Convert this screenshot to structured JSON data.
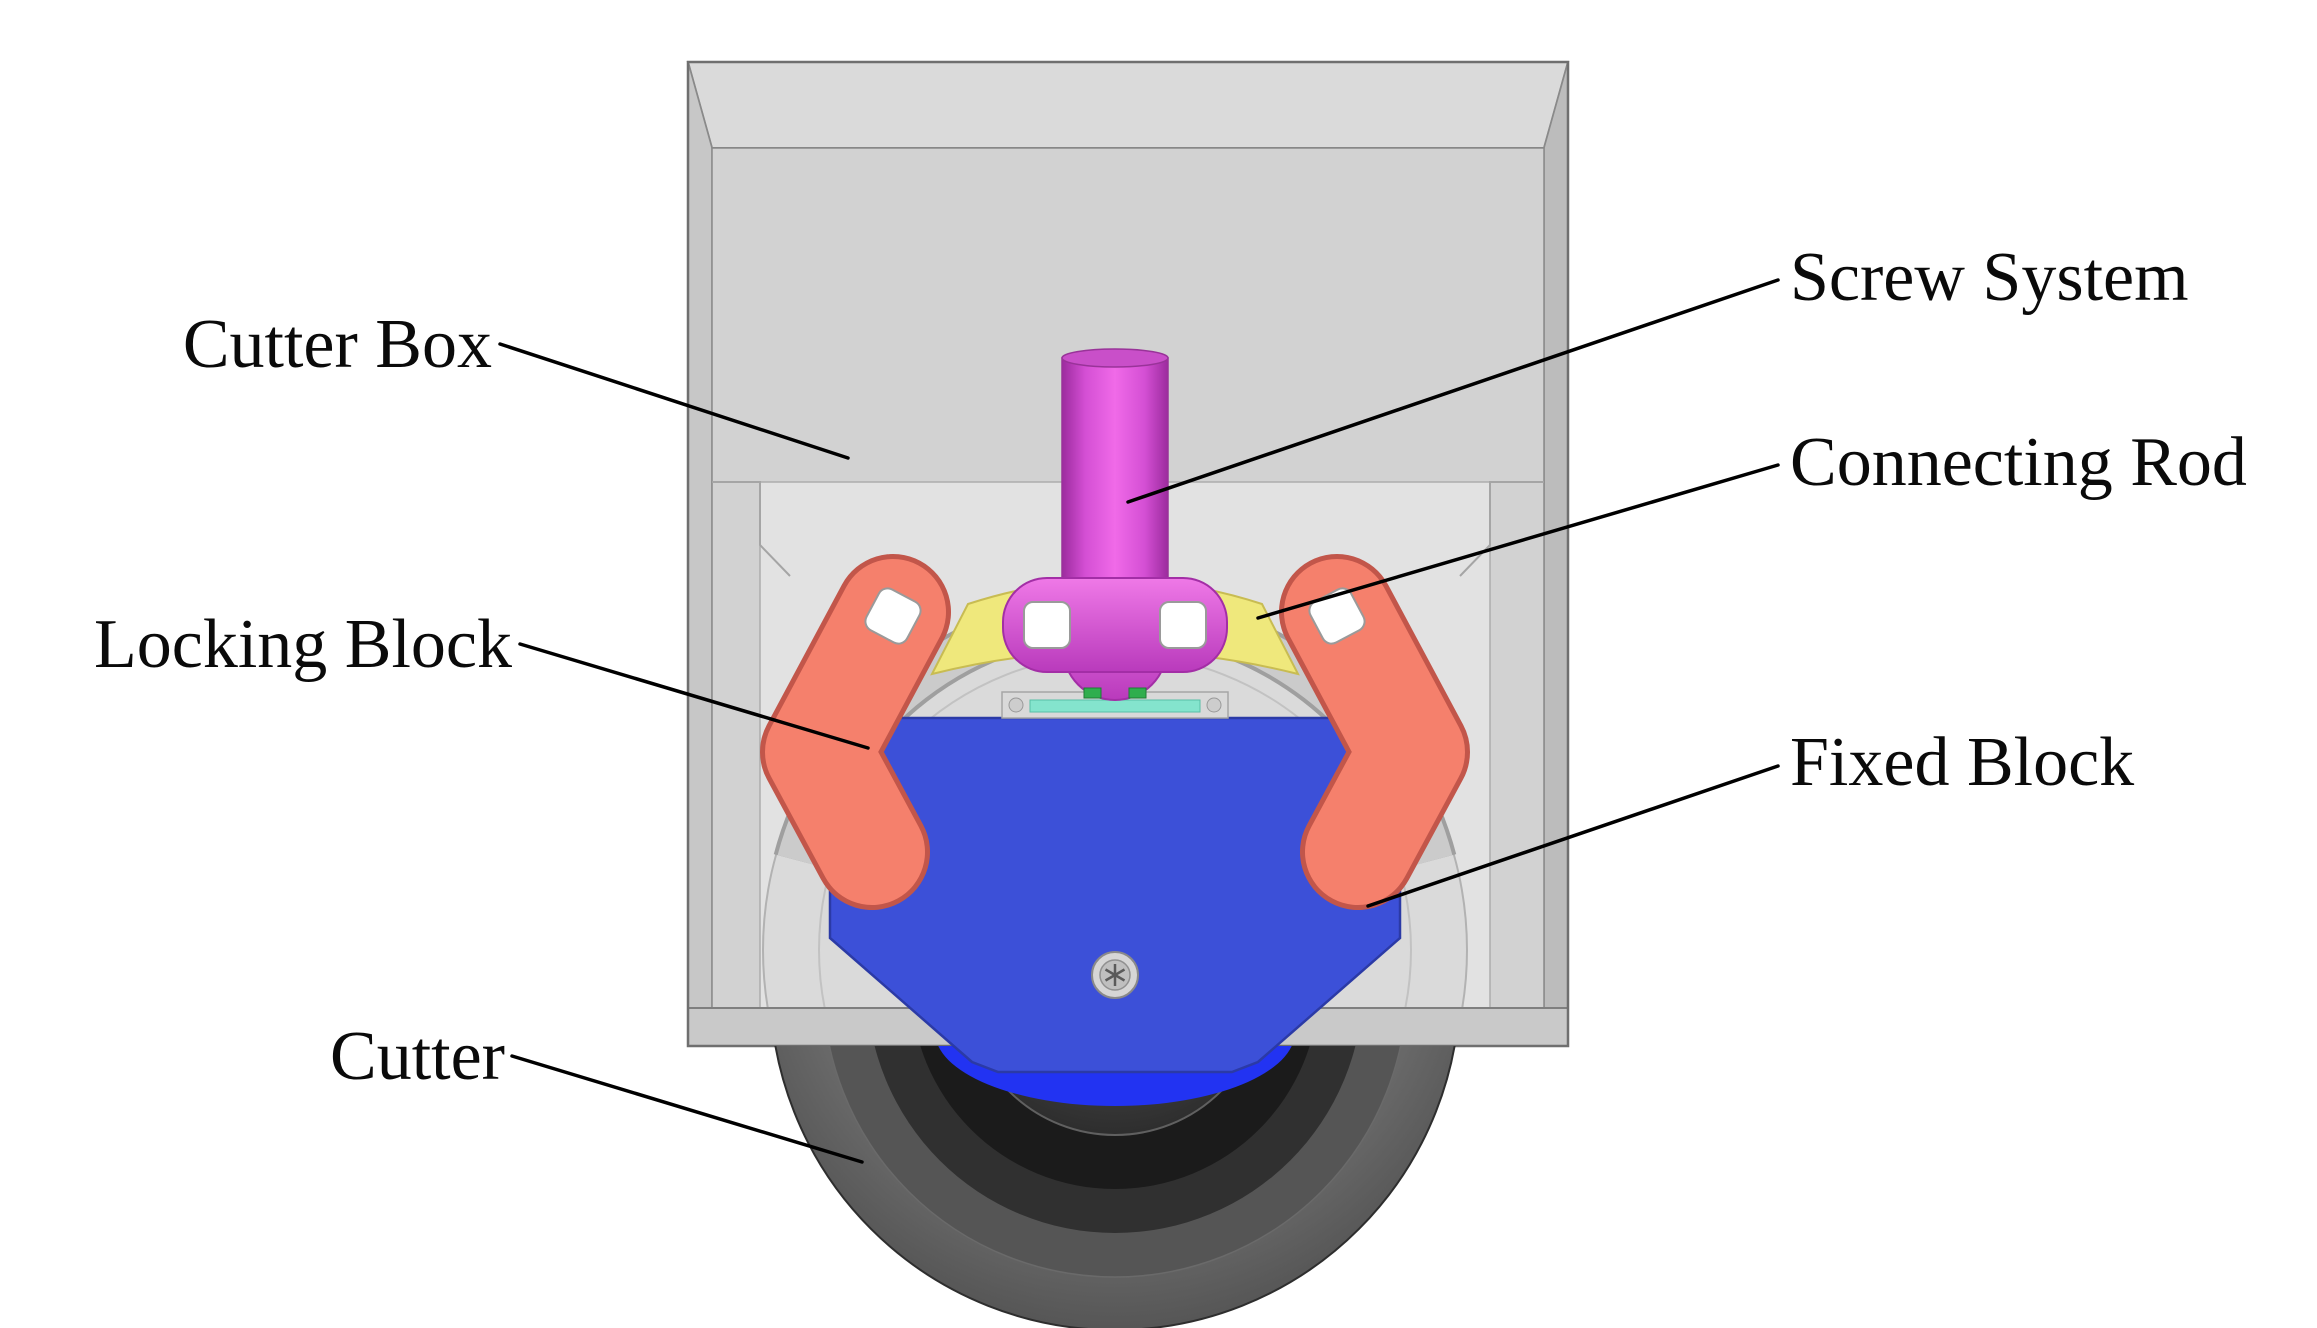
{
  "diagram": {
    "type": "labeled-mechanical-assembly-diagram",
    "background": "#ffffff",
    "parts": [
      {
        "id": "cutter_box",
        "label": "Cutter Box",
        "color": "#d2d2d2",
        "label_side": "left"
      },
      {
        "id": "screw_system",
        "label": "Screw System",
        "color": "#d84fd8",
        "label_side": "right"
      },
      {
        "id": "connecting_rod",
        "label": "Connecting Rod",
        "color": "#efe87c",
        "label_side": "right"
      },
      {
        "id": "locking_block",
        "label": "Locking Block",
        "color": "#f5806c",
        "label_side": "left"
      },
      {
        "id": "fixed_block",
        "label": "Fixed Block",
        "color": "#3c50d8",
        "label_side": "right"
      },
      {
        "id": "cutter",
        "label": "Cutter",
        "color": "#3f3f3f",
        "label_side": "left"
      }
    ],
    "accents": {
      "cutter_hub": "#2233f2",
      "leader_line": "#000000",
      "locking_block_outline": "#c2564a",
      "rod_outline": "#c8bc52",
      "fixed_block_outline": "#2b3aa6"
    }
  }
}
